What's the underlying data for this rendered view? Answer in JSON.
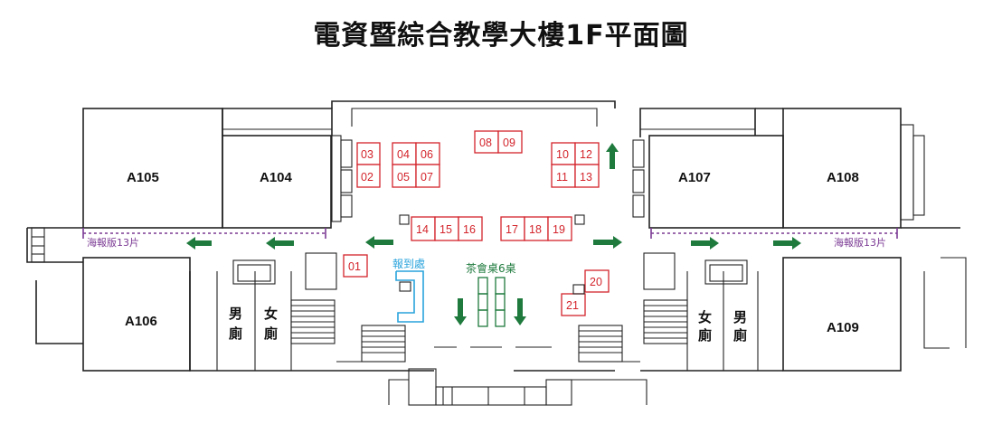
{
  "title": "電資暨綜合教學大樓1F平面圖",
  "colors": {
    "booth": "#d3242b",
    "arrow": "#1e7a3d",
    "registration": "#29a3dc",
    "poster": "#7b3a94"
  },
  "rooms": {
    "a105": "A105",
    "a104": "A104",
    "a107": "A107",
    "a108": "A108",
    "a106": "A106",
    "a109": "A109"
  },
  "restrooms": {
    "left_men": [
      "男",
      "廁"
    ],
    "left_women": [
      "女",
      "廁"
    ],
    "right_women": [
      "女",
      "廁"
    ],
    "right_men": [
      "男",
      "廁"
    ]
  },
  "posters": {
    "left": "海報版13片",
    "right": "海報版13片"
  },
  "registration_label": "報到處",
  "tea_label": "茶會桌6桌",
  "booths": {
    "b01": "01",
    "b02": "02",
    "b03": "03",
    "b04": "04",
    "b05": "05",
    "b06": "06",
    "b07": "07",
    "b08": "08",
    "b09": "09",
    "b10": "10",
    "b11": "11",
    "b12": "12",
    "b13": "13",
    "b14": "14",
    "b15": "15",
    "b16": "16",
    "b17": "17",
    "b18": "18",
    "b19": "19",
    "b20": "20",
    "b21": "21"
  },
  "arrow_icons": {
    "left_arrow": "arrow-left-icon",
    "right_arrow": "arrow-right-icon",
    "up_arrow": "arrow-up-icon",
    "down_arrow": "arrow-down-icon"
  }
}
